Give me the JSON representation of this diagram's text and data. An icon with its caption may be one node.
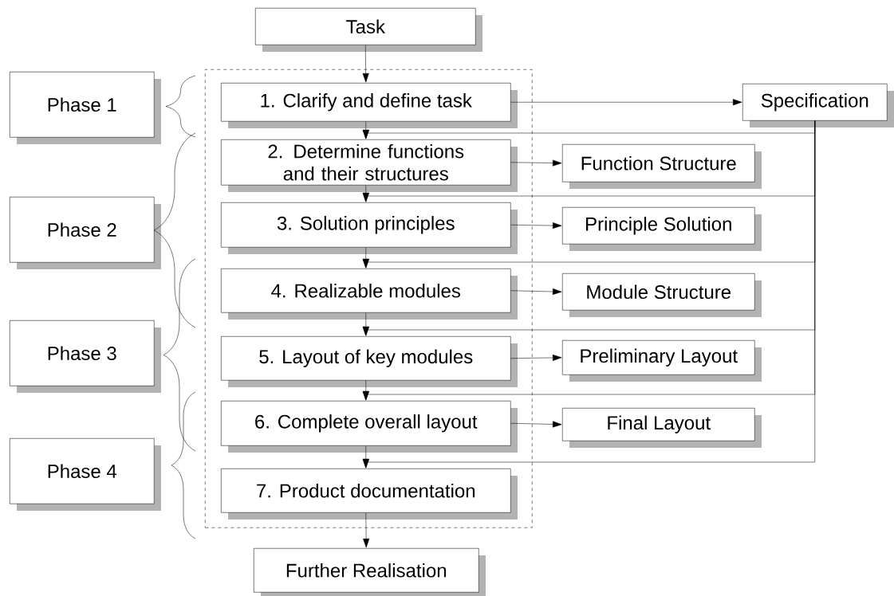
{
  "diagram": {
    "nodes": [
      {
        "text": [
          "Task"
        ]
      },
      {
        "text": [
          "Phase 1"
        ]
      },
      {
        "text": [],
        "shape": "box"
      },
      {
        "text": [
          "1. Clarify and define task"
        ],
        "in": 2
      },
      {
        "text": [
          "Specification"
        ]
      },
      {
        "text": [
          "2. Determine functions and their structures"
        ],
        "in": 2
      },
      {
        "text": [
          "Function Structure"
        ]
      },
      {
        "text": [
          "Phase 2"
        ]
      },
      {
        "text": [
          "3. Solution principles"
        ],
        "in": 2
      },
      {
        "text": [
          "Principle Solution"
        ]
      },
      {
        "text": [
          "4. Realizable modules"
        ],
        "in": 2
      },
      {
        "text": [
          "Module Structure"
        ]
      },
      {
        "text": [
          "Phase 3"
        ]
      },
      {
        "text": [
          "5. Layout of key modules"
        ],
        "in": 2
      },
      {
        "text": [
          "Preliminary Layout"
        ]
      },
      {
        "text": [
          "6. Complete overall layout"
        ],
        "in": 2
      },
      {
        "text": [
          "Final Layout"
        ]
      },
      {
        "text": [
          "Phase 4"
        ]
      },
      {
        "text": [
          "7. Product documentation"
        ],
        "in": 2
      },
      {
        "text": [
          "Further Realisation"
        ]
      }
    ],
    "edges": [
      {
        "from": 0,
        "to": 3,
        "arrow": "to"
      },
      {
        "from": 3,
        "to": 4,
        "arrow": "to"
      },
      {
        "from": 3,
        "to": 5,
        "arrow": "to"
      },
      {
        "from": 5,
        "to": 6,
        "arrow": "to"
      },
      {
        "from": 5,
        "to": 8,
        "arrow": "to"
      },
      {
        "from": 8,
        "to": 9,
        "arrow": "to"
      },
      {
        "from": 8,
        "to": 10,
        "arrow": "to"
      },
      {
        "from": 10,
        "to": 11,
        "arrow": "to"
      },
      {
        "from": 10,
        "to": 13,
        "arrow": "to"
      },
      {
        "from": 13,
        "to": 14,
        "arrow": "to"
      },
      {
        "from": 13,
        "to": 15,
        "arrow": "to"
      },
      {
        "from": 15,
        "to": 16,
        "arrow": "to"
      },
      {
        "from": 15,
        "to": 18,
        "arrow": "to"
      },
      {
        "from": 18,
        "to": 19,
        "arrow": "to"
      },
      {
        "from": 4,
        "to": 5,
        "arrow": "to"
      },
      {
        "from": 4,
        "to": 8,
        "arrow": "to"
      },
      {
        "from": 4,
        "to": 10,
        "arrow": "to"
      },
      {
        "from": 4,
        "to": 13,
        "arrow": "to"
      },
      {
        "from": 4,
        "to": 15,
        "arrow": "to"
      },
      {
        "from": 4,
        "to": 18,
        "arrow": "to"
      }
    ]
  }
}
